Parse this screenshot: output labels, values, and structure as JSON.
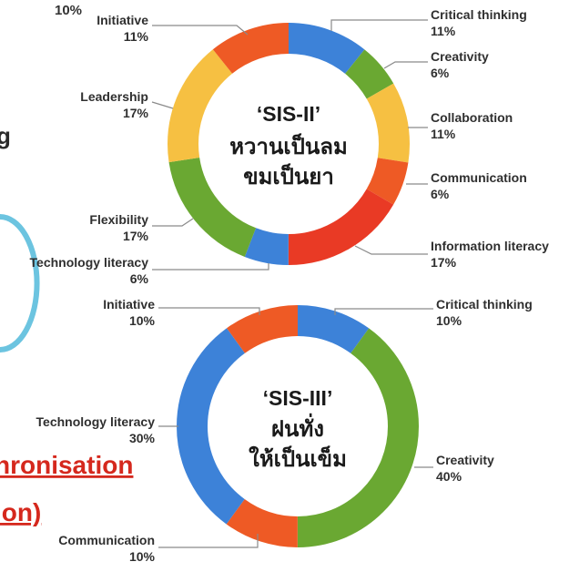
{
  "left_fragments": {
    "top_pct": "10%",
    "letter_g": "g",
    "heading_red_1": "hronisation",
    "heading_red_2": "ion)"
  },
  "colors": {
    "blue": "#3d82d8",
    "green": "#6aa832",
    "yellow": "#f6c042",
    "orange": "#ee5a25",
    "red": "#e93a25",
    "teal": "#6cc4e0",
    "heading_red": "#d5281d"
  },
  "chart_data": [
    {
      "type": "pie",
      "donut": true,
      "title": "‘SIS-II’",
      "subtitle_lines": [
        "หวานเป็นลม",
        "ขมเป็นยา"
      ],
      "slices": [
        {
          "label": "Critical thinking",
          "value": 11,
          "value_text": "11%",
          "color": "#3d82d8"
        },
        {
          "label": "Creativity",
          "value": 6,
          "value_text": "6%",
          "color": "#6aa832"
        },
        {
          "label": "Collaboration",
          "value": 11,
          "value_text": "11%",
          "color": "#f6c042"
        },
        {
          "label": "Communication",
          "value": 6,
          "value_text": "6%",
          "color": "#ee5a25"
        },
        {
          "label": "Information literacy",
          "value": 17,
          "value_text": "17%",
          "color": "#e93a25"
        },
        {
          "label": "Technology literacy",
          "value": 6,
          "value_text": "6%",
          "color": "#3d82d8"
        },
        {
          "label": "Flexibility",
          "value": 17,
          "value_text": "17%",
          "color": "#6aa832"
        },
        {
          "label": "Leadership",
          "value": 17,
          "value_text": "17%",
          "color": "#f6c042"
        },
        {
          "label": "Initiative",
          "value": 11,
          "value_text": "11%",
          "color": "#ee5a25"
        }
      ]
    },
    {
      "type": "pie",
      "donut": true,
      "title": "‘SIS-III’",
      "subtitle_lines": [
        "ฝนทั่ง",
        "ให้เป็นเข็ม"
      ],
      "slices": [
        {
          "label": "Critical thinking",
          "value": 10,
          "value_text": "10%",
          "color": "#3d82d8"
        },
        {
          "label": "Creativity",
          "value": 40,
          "value_text": "40%",
          "color": "#6aa832"
        },
        {
          "label": "Communication",
          "value": 10,
          "value_text": "10%",
          "color": "#ee5a25"
        },
        {
          "label": "Technology literacy",
          "value": 30,
          "value_text": "30%",
          "color": "#3d82d8"
        },
        {
          "label": "Initiative",
          "value": 10,
          "value_text": "10%",
          "color": "#ee5a25"
        }
      ]
    }
  ]
}
